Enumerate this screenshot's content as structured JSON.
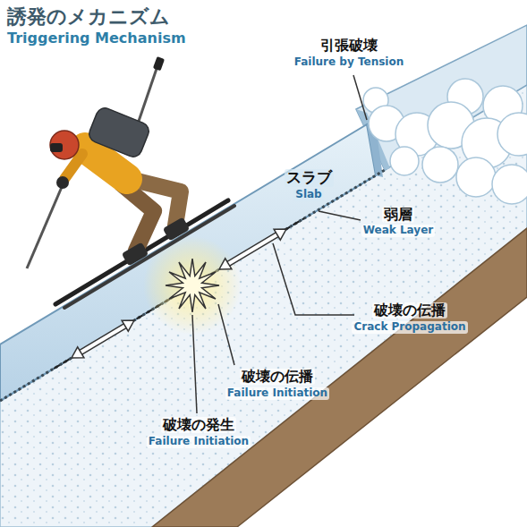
{
  "diagram": {
    "title": "誘発のメカニズム",
    "labels": [
      "Triggering Mechanism",
      "引張破壊",
      "Failure by Tension",
      "スラブ",
      "Slab",
      "弱層",
      "Weak Layer",
      "破壊の伝播",
      "Crack Propagation",
      "破壊の伝播",
      "Failure Initiation",
      "破壊の発生",
      "Failure Initiation"
    ]
  }
}
